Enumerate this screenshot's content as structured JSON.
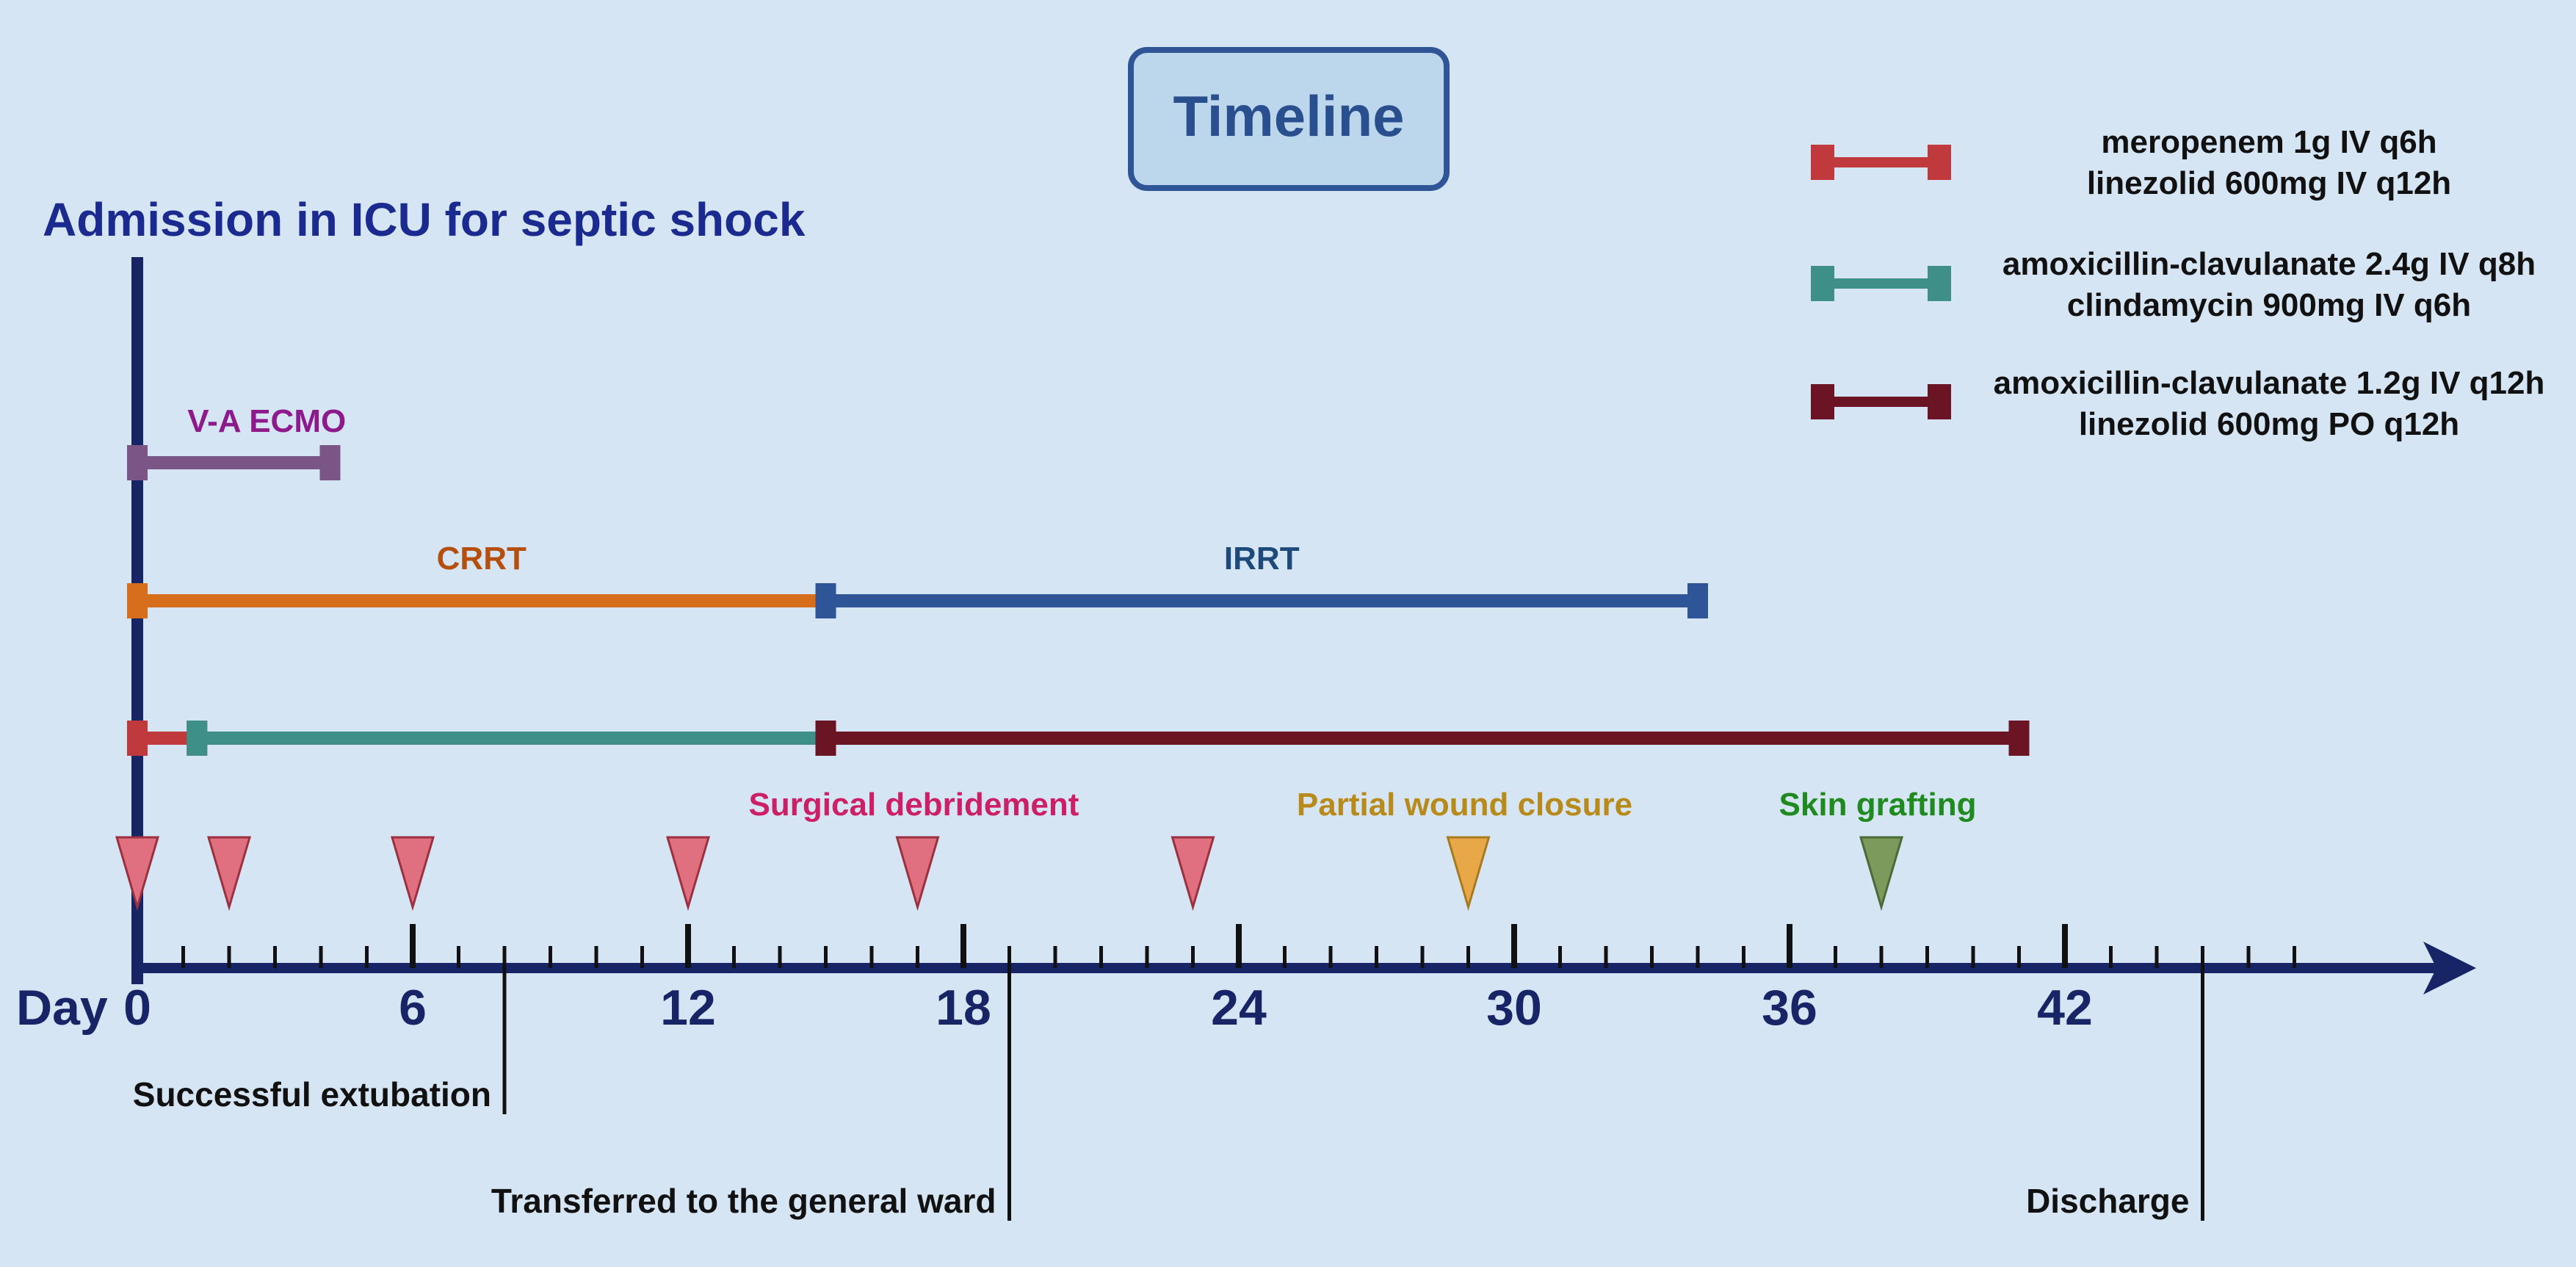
{
  "title": "Timeline",
  "admission_label": "Admission in ICU for septic shock",
  "axis": {
    "label": "Day",
    "min": 0,
    "max": 47,
    "major_ticks": [
      0,
      6,
      12,
      18,
      24,
      30,
      36,
      42
    ],
    "minor_step": 1
  },
  "legend": [
    {
      "line1": "meropenem 1g IV q6h",
      "line2": "linezolid 600mg IV q12h",
      "color": "#c0393d"
    },
    {
      "line1": "amoxicillin-clavulanate 2.4g IV q8h",
      "line2": "clindamycin 900mg IV q6h",
      "color": "#3d8f87"
    },
    {
      "line1": "amoxicillin-clavulanate 1.2g IV q12h",
      "line2": "linezolid 600mg PO q12h",
      "color": "#6b1424"
    }
  ],
  "therapies": {
    "ecmo": {
      "label": "V-A ECMO",
      "start": 0,
      "end": 4.2,
      "color": "#7a5586",
      "label_color": "#8c1a8c"
    },
    "crrt": {
      "label": "CRRT",
      "start": 0,
      "end": 15,
      "color": "#d66e1b",
      "label_color": "#b5500c"
    },
    "irrt": {
      "label": "IRRT",
      "start": 15,
      "end": 34,
      "color": "#2e5597",
      "label_color": "#1d4a7a"
    }
  },
  "antibiotics": [
    {
      "start": 0,
      "end": 1.3,
      "color": "#c0393d"
    },
    {
      "start": 1.3,
      "end": 15,
      "color": "#3d8f87"
    },
    {
      "start": 15,
      "end": 41,
      "color": "#6b1424"
    }
  ],
  "surgery": {
    "debridement": {
      "label": "Surgical debridement",
      "days": [
        0,
        2,
        6,
        12,
        17,
        23
      ],
      "color": "#e07080",
      "label_color": "#cc1f66"
    },
    "closure": {
      "label": "Partial wound closure",
      "day": 29,
      "color": "#e8a848",
      "label_color": "#b88a1a"
    },
    "grafting": {
      "label": "Skin grafting",
      "day": 38,
      "color": "#7c9a5c",
      "label_color": "#1f8a1f"
    }
  },
  "events": [
    {
      "label": "Successful extubation",
      "day": 8
    },
    {
      "label": "Transferred to the general ward",
      "day": 19
    },
    {
      "label": "Discharge",
      "day": 45
    }
  ]
}
